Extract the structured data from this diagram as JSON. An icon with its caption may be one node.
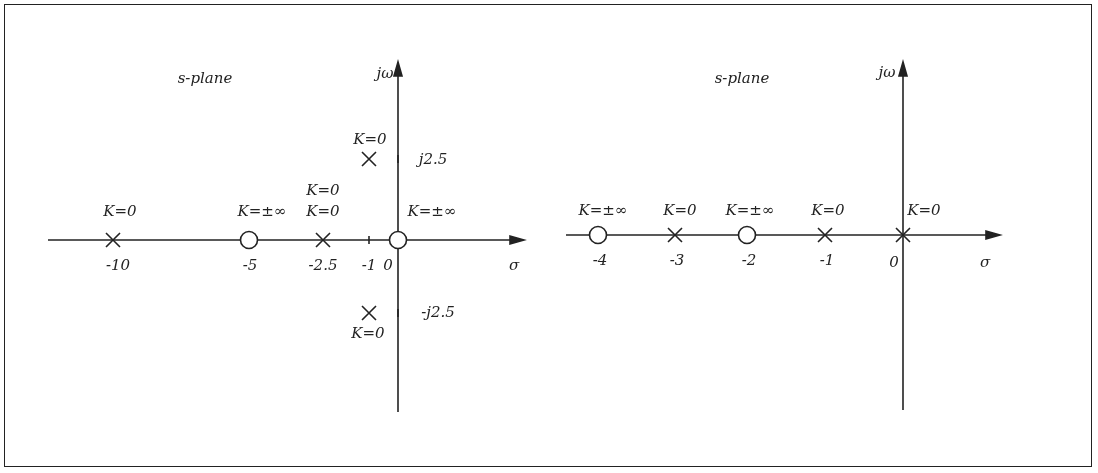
{
  "diagram": {
    "labels": [
      "s-plane",
      "jω",
      "K=0",
      "j2.5",
      "K=0",
      "K=0",
      "K=±∞",
      "K=0",
      "K=±∞",
      "-10",
      "-5",
      "-2.5",
      "-1",
      "0",
      "σ",
      "-j2.5",
      "K=0",
      "s-plane",
      "jω",
      "K=±∞",
      "K=0",
      "K=±∞",
      "K=0",
      "K=0",
      "-4",
      "-3",
      "-2",
      "-1",
      "0",
      "σ"
    ]
  }
}
